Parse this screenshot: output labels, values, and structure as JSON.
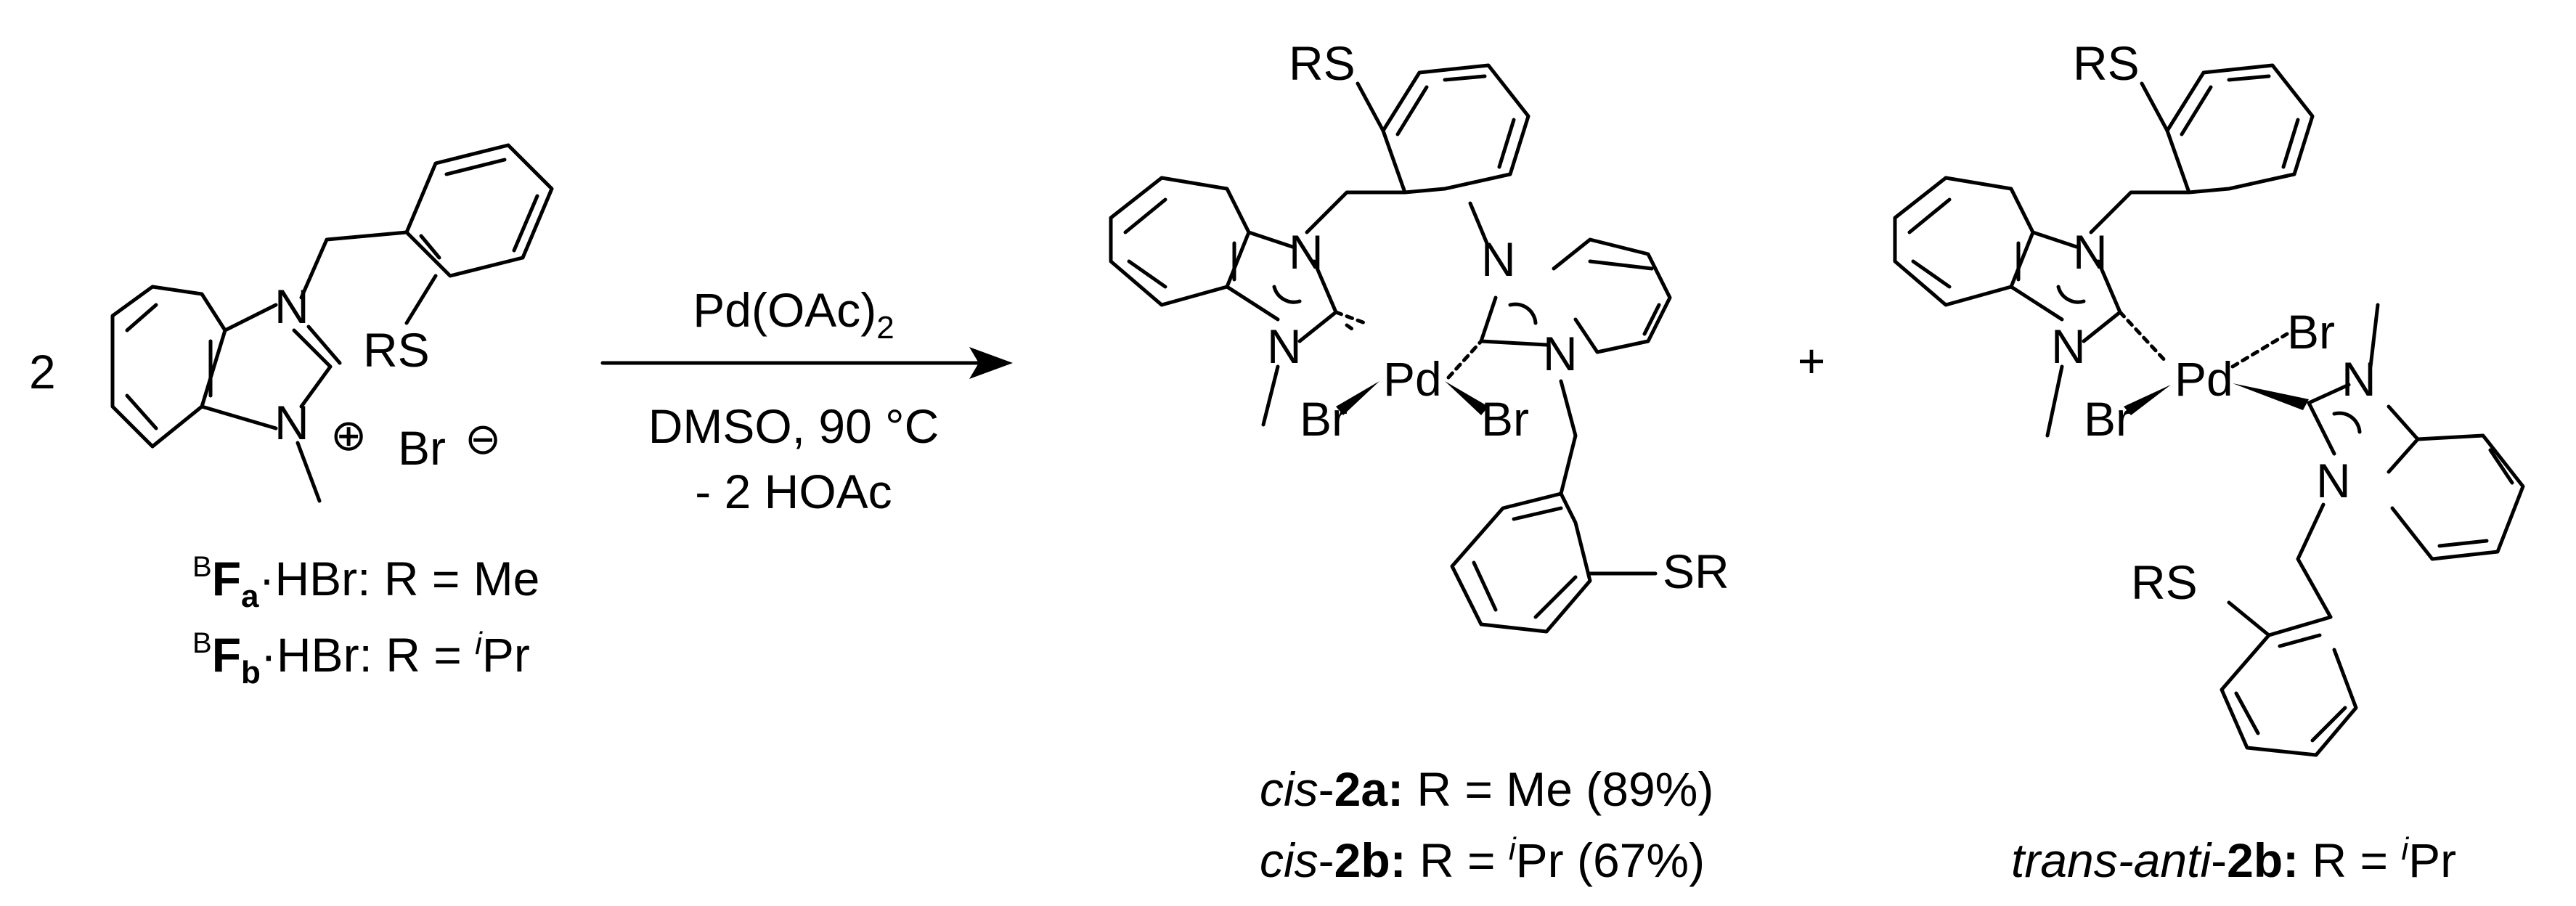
{
  "reactant": {
    "coefficient": "2",
    "atom_N": "N",
    "atom_S": "RS",
    "counter_ion": "Br",
    "plus_charge": "⊕",
    "minus_charge": "⊖",
    "label_a": {
      "prefix": "B",
      "name": "F",
      "sub": "a",
      "rest": "·HBr:",
      "value": " R = Me"
    },
    "label_b": {
      "prefix": "B",
      "name": "F",
      "sub": "b",
      "rest": "·HBr:",
      "value_pre": " R = ",
      "value_sup": "i",
      "value_post": "Pr"
    }
  },
  "arrow": {
    "reagent_pre": "Pd(OAc)",
    "reagent_sub": "2",
    "conditions": "DMSO, 90 °C",
    "byproduct": "- 2 HOAc"
  },
  "cis_product": {
    "metal": "Pd",
    "ligand": "Br",
    "atom_N": "N",
    "atom_S_top": "RS",
    "atom_S_bottom": "SR",
    "label_a": {
      "pre": "cis",
      "dash": "-",
      "num": "2a:",
      "value": " R = Me (89%)"
    },
    "label_b": {
      "pre": "cis",
      "dash": "-",
      "num": "2b:",
      "value_pre": " R = ",
      "value_sup": "i",
      "value_post": "Pr (67%)"
    }
  },
  "plus": "+",
  "trans_product": {
    "metal": "Pd",
    "ligand": "Br",
    "atom_N": "N",
    "atom_S_top": "RS",
    "atom_S_bottom": "RS",
    "label": {
      "pre": "trans-anti",
      "dash": "-",
      "num": "2b:",
      "value_pre": " R = ",
      "value_sup": "i",
      "value_post": "Pr"
    }
  }
}
